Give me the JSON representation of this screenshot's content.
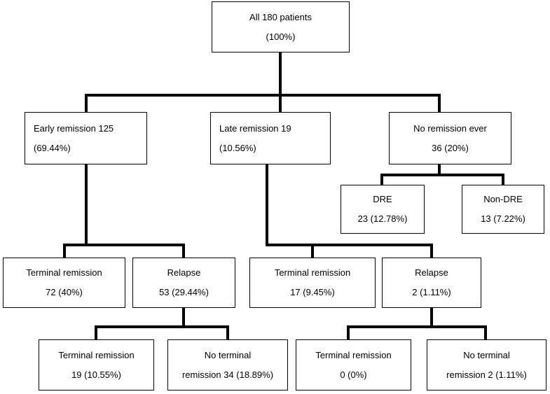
{
  "nodes": {
    "root": {
      "line1": "All 180 patients",
      "line2": "(100%)"
    },
    "early": {
      "line1": "Early remission 125",
      "line2": "(69.44%)"
    },
    "late": {
      "line1": "Late remission 19",
      "line2": "(10.56%)"
    },
    "noremission": {
      "line1": "No remission ever",
      "line2": "36 (20%)"
    },
    "dre": {
      "line1": "DRE",
      "line2": "23 (12.78%)"
    },
    "nondre": {
      "line1": "Non-DRE",
      "line2": "13 (7.22%)"
    },
    "early_terminal": {
      "line1": "Terminal remission",
      "line2": "72 (40%)"
    },
    "early_relapse": {
      "line1": "Relapse",
      "line2": "53 (29.44%)"
    },
    "late_terminal": {
      "line1": "Terminal remission",
      "line2": "17 (9.45%)"
    },
    "late_relapse": {
      "line1": "Relapse",
      "line2": "2 (1.11%)"
    },
    "er_terminal": {
      "line1": "Terminal remission",
      "line2": "19 (10.55%)"
    },
    "er_noterminal": {
      "line1": "No terminal",
      "line2": "remission 34 (18.89%)"
    },
    "lr_terminal": {
      "line1": "Terminal remission",
      "line2": "0 (0%)"
    },
    "lr_noterminal": {
      "line1": "No terminal",
      "line2": "remission 2 (1.11%)"
    }
  }
}
